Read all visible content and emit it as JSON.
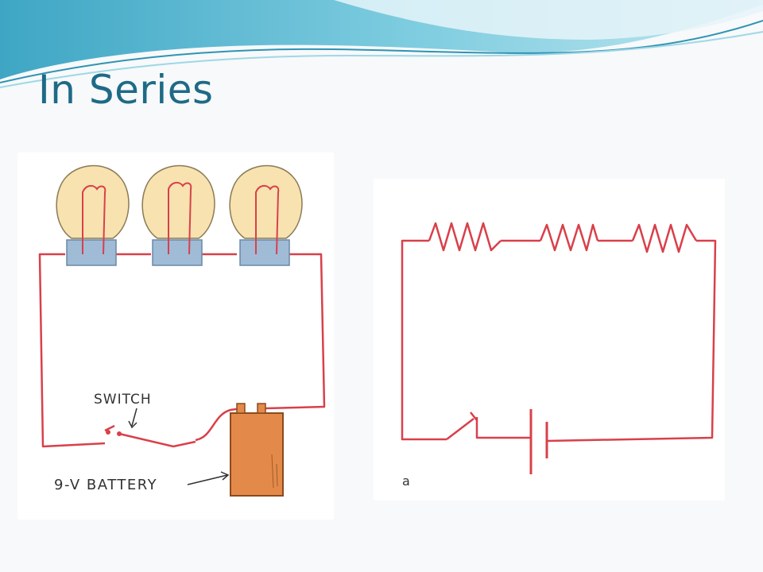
{
  "slide": {
    "title": "In Series"
  },
  "pictorial_circuit": {
    "switch_label": "SWITCH",
    "battery_label": "9-V BATTERY",
    "bulb_count": 3
  },
  "schematic_circuit": {
    "resistor_count": 3,
    "corner_label": "a"
  },
  "colors": {
    "title": "#1e6a87",
    "wire": "#d9404a",
    "bulb_glass": "#f7e2b0",
    "bulb_base": "#9fbbd6",
    "battery": "#e38a4a",
    "wave_dark": "#3ea6c4",
    "wave_light": "#bfe6ef"
  }
}
